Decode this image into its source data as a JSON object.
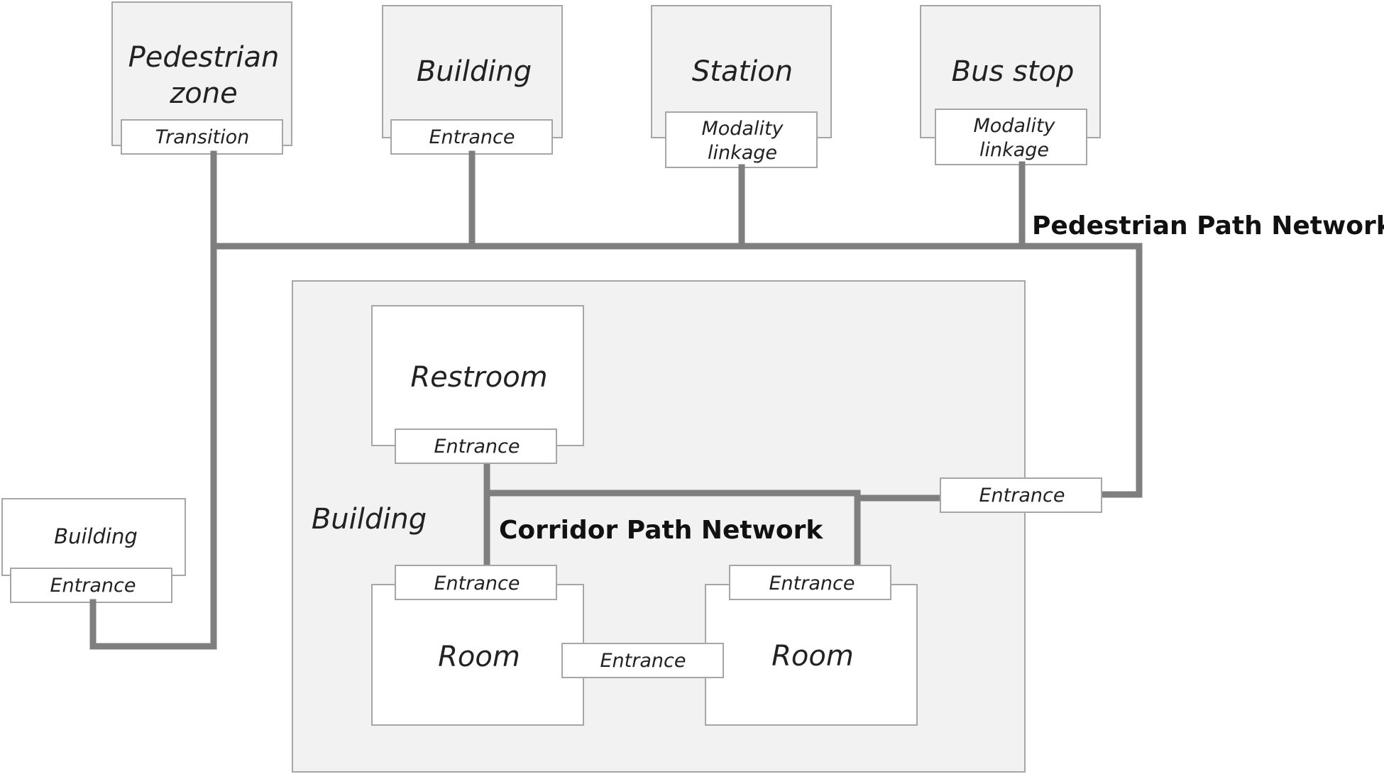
{
  "colors": {
    "box_fill": "#f2f2f2",
    "box_stroke": "#a6a6a6",
    "inner_box_fill": "#ffffff",
    "path_line": "#7f7f7f",
    "network_label": "#111111"
  },
  "top_nodes": {
    "pedestrian_zone": {
      "title_line1": "Pedestrian",
      "title_line2": "zone",
      "port": "Transition"
    },
    "building": {
      "title": "Building",
      "port": "Entrance"
    },
    "station": {
      "title": "Station",
      "port_line1": "Modality",
      "port_line2": "linkage"
    },
    "bus_stop": {
      "title": "Bus stop",
      "port_line1": "Modality",
      "port_line2": "linkage"
    }
  },
  "left_building": {
    "title": "Building",
    "port": "Entrance"
  },
  "network_labels": {
    "pedestrian": "Pedestrian Path Network",
    "corridor": "Corridor Path Network"
  },
  "main_building": {
    "title": "Building",
    "outer_entrance": "Entrance",
    "restroom": {
      "title": "Restroom",
      "port": "Entrance"
    },
    "room_left": {
      "title": "Room",
      "port": "Entrance"
    },
    "room_right": {
      "title": "Room",
      "port": "Entrance"
    },
    "connecting_entrance": "Entrance"
  }
}
